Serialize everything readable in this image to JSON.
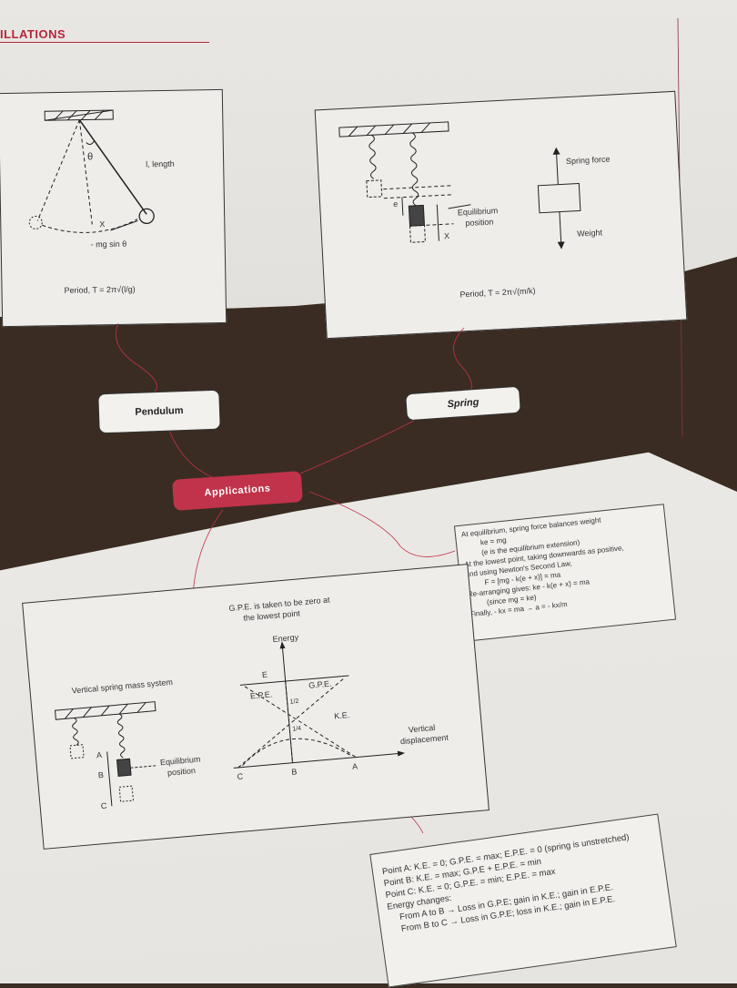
{
  "header": {
    "section_title": "ILLATIONS"
  },
  "pendulum_box": {
    "length_label": "l, length",
    "theta_label": "θ",
    "x_label": "X",
    "force_label": "- mg sin θ",
    "period_label": "Period, T = 2π√(l/g)"
  },
  "spring_box": {
    "e_label": "e",
    "x_label": "X",
    "equilibrium_label_1": "Equilibrium",
    "equilibrium_label_2": "position",
    "spring_force_label": "Spring force",
    "weight_label": "Weight",
    "period_label": "Period, T = 2π√(m/k)"
  },
  "mindmap": {
    "pendulum_node": "Pendulum",
    "spring_node": "Spring",
    "applications_node": "Applications"
  },
  "equilibrium_notes": [
    "At equilibrium, spring force balances weight",
    "ke = mg",
    "(e is the equilibrium extension)",
    "At the lowest point, taking downwards as positive,",
    "and using Newton's Second Law,",
    "F = [mg - k(e + x)] = ma",
    "Re-arranging gives: ke - k(e + x) = ma",
    "(since mg = ke)",
    "Finally, - kx = ma → a = - kx/m"
  ],
  "vertical_box": {
    "title": "Vertical spring mass system",
    "gpe_note_1": "G.P.E. is taken to be zero at",
    "gpe_note_2": "the lowest point",
    "energy_label": "Energy",
    "et_label": "E",
    "epe_label": "E.P.E.",
    "gpe_label": "G.P.E.",
    "ke_label": "K.E.",
    "vertical_disp_1": "Vertical",
    "vertical_disp_2": "displacement",
    "point_a": "A",
    "point_b": "B",
    "point_c": "C",
    "equilibrium_1": "Equilibrium",
    "equilibrium_2": "position",
    "half": "1/2",
    "quarter": "1/4"
  },
  "point_notes": [
    "Point A: K.E. = 0; G.P.E. = max; E.P.E. = 0 (spring is unstretched)",
    "Point B: K.E. = max; G.P.E + E.P.E. = min",
    "Point C: K.E. = 0; G.P.E. = min; E.P.E. = max",
    "Energy changes:",
    "From A to B → Loss in G.P.E; gain in K.E.; gain in E.P.E.",
    "From B to C → Loss in G.P.E; loss in K.E.; gain in E.P.E."
  ],
  "colors": {
    "accent": "#c0334a",
    "ink": "#333333"
  }
}
